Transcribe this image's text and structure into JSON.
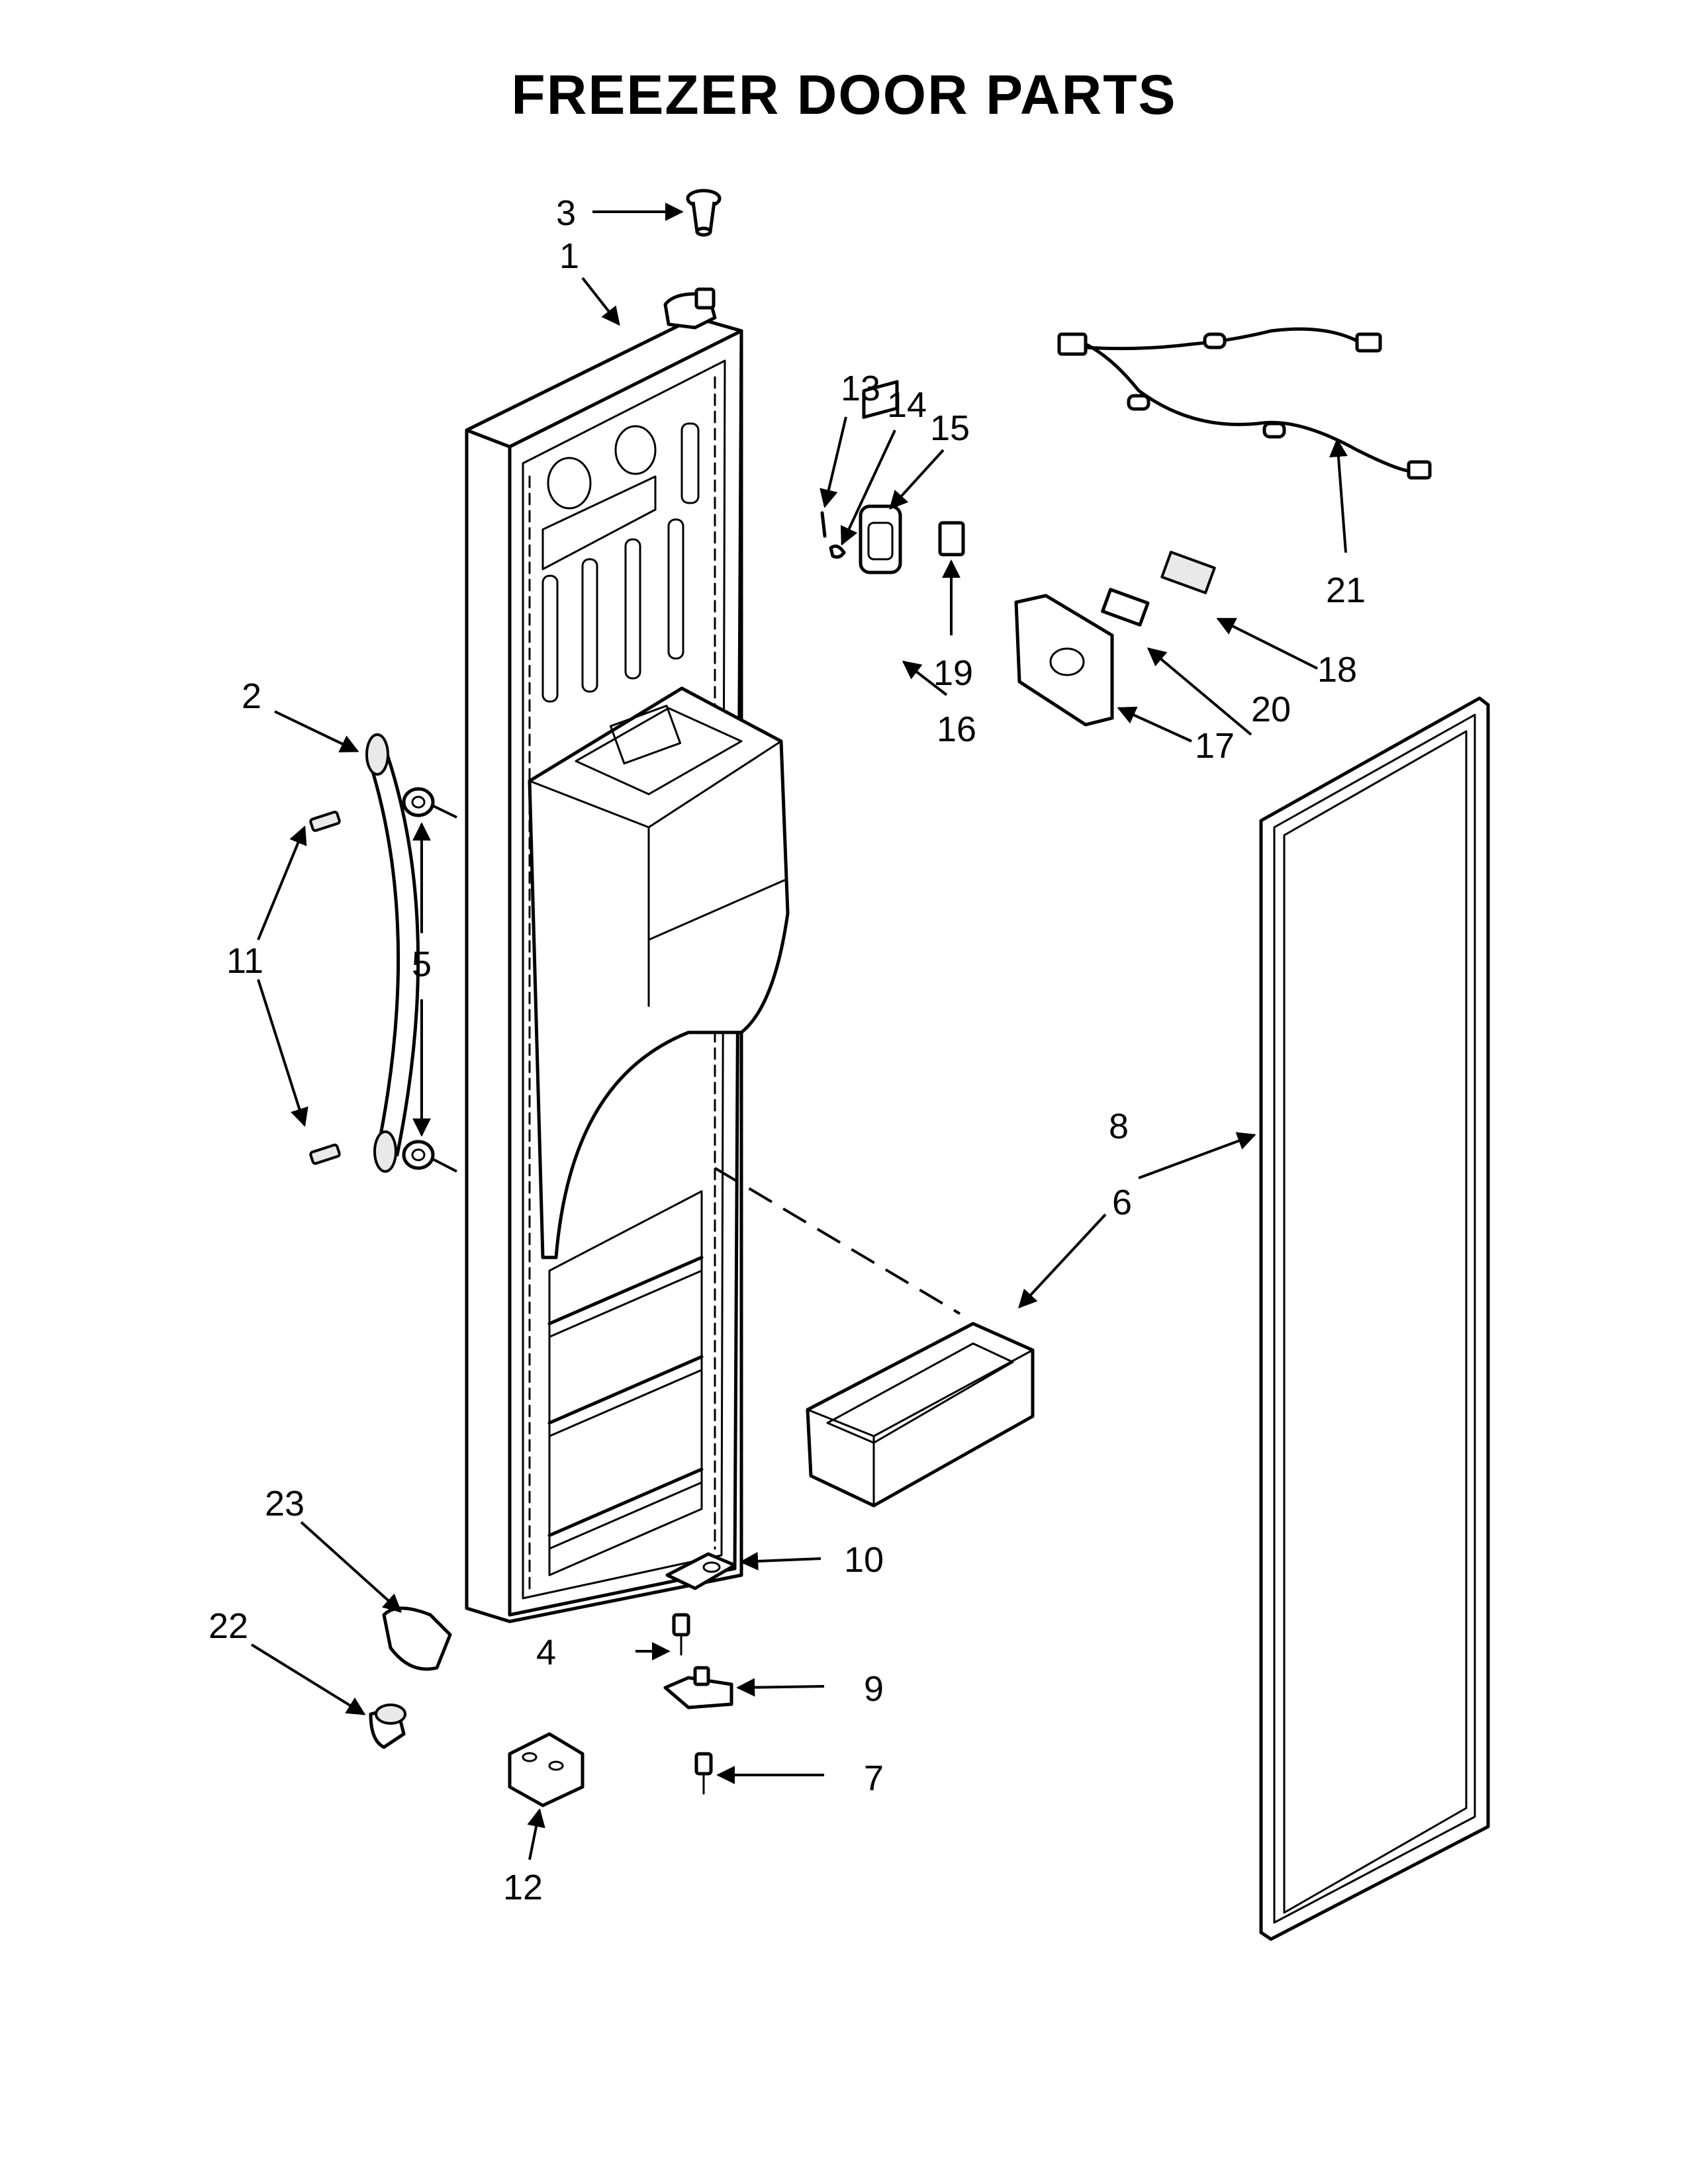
{
  "title": "FREEZER DOOR PARTS",
  "callouts": [
    "1",
    "2",
    "3",
    "4",
    "5",
    "6",
    "7",
    "8",
    "9",
    "10",
    "11",
    "12",
    "13",
    "14",
    "15",
    "16",
    "17",
    "18",
    "19",
    "20",
    "21",
    "22",
    "23"
  ],
  "colors": {
    "ink": "#000000",
    "background": "#ffffff"
  }
}
